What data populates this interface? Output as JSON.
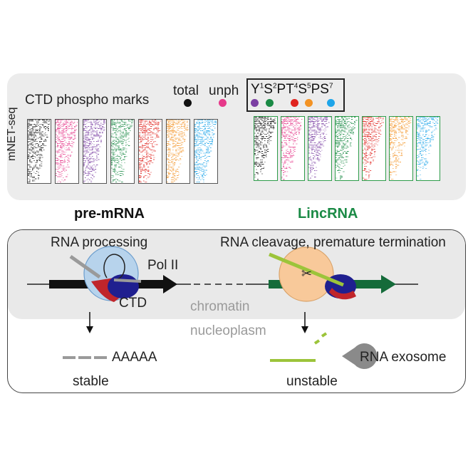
{
  "legend": {
    "title": "CTD phospho marks",
    "total_label": "total",
    "unph_label": "unph",
    "phospho": {
      "Y": "Y",
      "Y_sup": "1",
      "S2": "S",
      "S2_sup": "2",
      "P": "P",
      "T": "T",
      "T_sup": "4",
      "S5": "S",
      "S5_sup": "5",
      "P2": "P",
      "S7": "S",
      "S7_sup": "7"
    }
  },
  "heatmap": {
    "ylabel": "mNET-seq",
    "tracks": [
      {
        "name": "total",
        "color": "#111111"
      },
      {
        "name": "unph",
        "color": "#e6398a"
      },
      {
        "name": "Y1",
        "color": "#7b3fa3"
      },
      {
        "name": "S2",
        "color": "#1a8a45"
      },
      {
        "name": "T4",
        "color": "#e0241f"
      },
      {
        "name": "S5",
        "color": "#f39324"
      },
      {
        "name": "S7",
        "color": "#1ea5e9"
      }
    ]
  },
  "sections": {
    "premrna": "pre-mRNA",
    "lincrna": "LincRNA"
  },
  "colors": {
    "linc_green": "#1a8a45",
    "lime": "#9cc43a",
    "polII": "#1f1f8f",
    "dark_green": "#156b3a"
  },
  "bottom": {
    "processing": "RNA processing",
    "polII": "Pol II",
    "ctd": "CTD",
    "cleavage": "RNA cleavage, premature termination",
    "chromatin": "chromatin",
    "nucleoplasm": "nucleoplasm",
    "polyA": "AAAAA",
    "stable": "stable",
    "exosome": "RNA exosome",
    "unstable": "unstable"
  }
}
